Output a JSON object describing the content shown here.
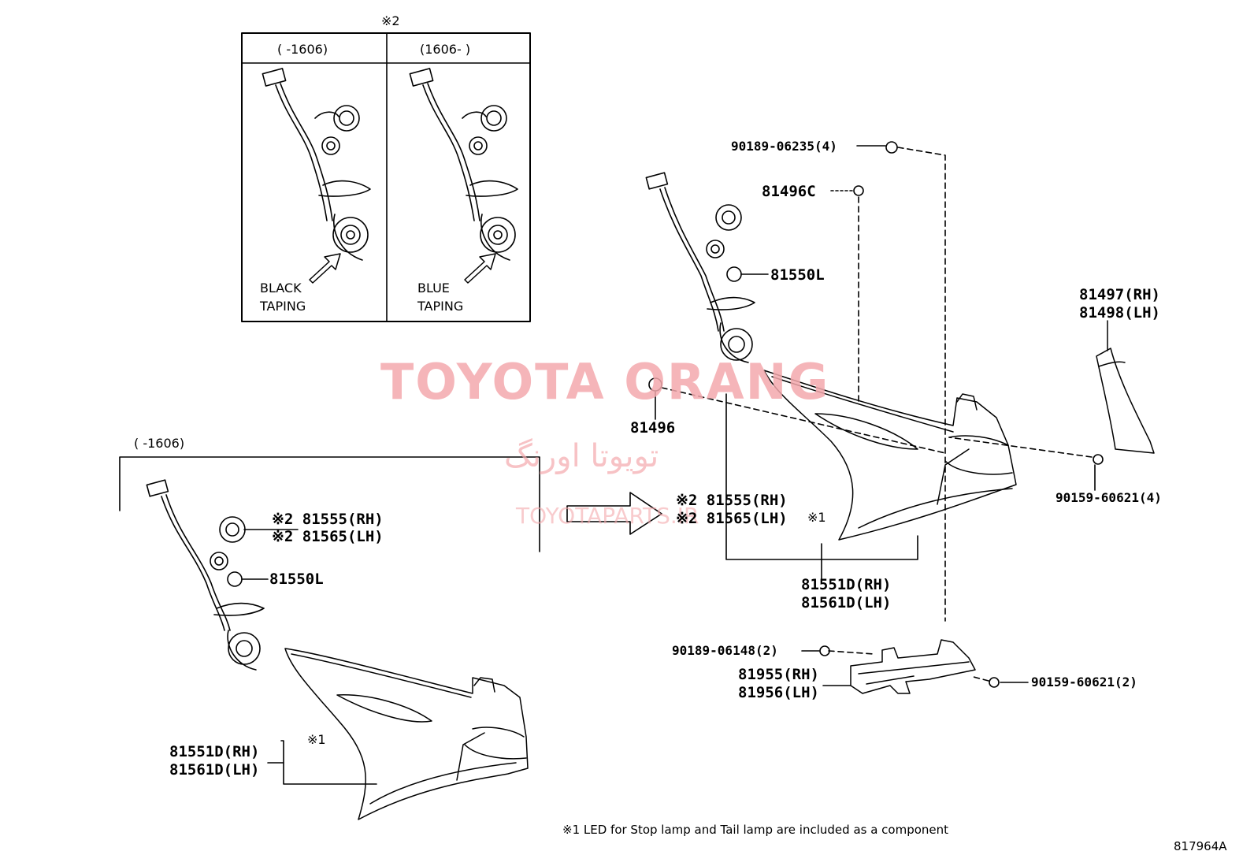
{
  "inset": {
    "note_mark": "※2",
    "col_left_header": "(      -1606)",
    "col_right_header": "(1606-      )",
    "left_taping": [
      "BLACK",
      "TAPING"
    ],
    "right_taping": [
      "BLUE",
      "TAPING"
    ]
  },
  "left_section": {
    "range_header": "(      -1606)",
    "socket_rh": "※2 81555(RH)",
    "socket_lh": "※2 81565(LH)",
    "bulb": "81550L",
    "lamp_rh": "81551D(RH)",
    "lamp_lh": "81561D(LH)",
    "lamp_note": "※1"
  },
  "right_section": {
    "screw_top": "90189-06235(4)",
    "nut": "81496C",
    "bulb": "81550L",
    "grommet": "81496",
    "socket_rh": "※2 81555(RH)",
    "socket_lh": "※2 81565(LH)",
    "lamp_note": "※1",
    "lamp_rh": "81551D(RH)",
    "lamp_lh": "81561D(LH)",
    "cover_rh": "81497(RH)",
    "cover_lh": "81498(LH)",
    "screw_right": "90159-60621(4)",
    "screw_bracket_left": "90189-06148(2)",
    "bracket_rh": "81955(RH)",
    "bracket_lh": "81956(LH)",
    "screw_bracket_right": "90159-60621(2)"
  },
  "footnote": "※1 LED for Stop lamp and Tail lamp are included as a component",
  "diagram_id": "817964A",
  "watermark": {
    "brand": "TOYOTA ORANG",
    "farsi": "تویوتا اورنگ",
    "url": "TOYOTAPARTS.IR"
  }
}
